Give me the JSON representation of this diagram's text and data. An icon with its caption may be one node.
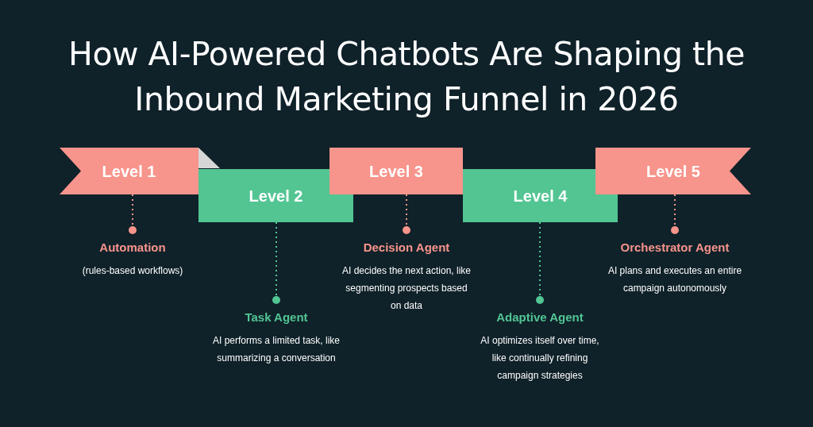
{
  "diagram": {
    "title": "How AI-Powered Chatbots Are Shaping the Inbound Marketing Funnel in 2026",
    "nodes": [
      {
        "text": [
          "Level 1"
        ]
      },
      {
        "text": [
          "Level 2"
        ]
      },
      {
        "text": [
          "Level 3"
        ]
      },
      {
        "text": [
          "Level 4"
        ]
      },
      {
        "text": [
          "Level 5"
        ]
      },
      {
        "text": [
          "Automation",
          "(rules-based workflows)"
        ]
      },
      {
        "text": [
          "Task Agent",
          "AI performs a limited task, like summarizing a conversation"
        ]
      },
      {
        "text": [
          "Decision Agent",
          "AI decides the next action, like segmenting prospects based on data"
        ]
      },
      {
        "text": [
          "Adaptive Agent",
          "AI optimizes itself over time, like continually refining campaign strategies"
        ]
      },
      {
        "text": [
          "Orchestrator Agent",
          "AI plans and executes an entire campaign autonomously"
        ]
      }
    ],
    "edges": [
      {
        "from": 0,
        "to": 5,
        "arrow": "other",
        "style": "dashed"
      },
      {
        "from": 1,
        "to": 6,
        "arrow": "other",
        "style": "dashed",
        "color": "#52c593"
      },
      {
        "from": 2,
        "to": 7,
        "arrow": "other",
        "style": "dashed"
      },
      {
        "from": 3,
        "to": 8,
        "arrow": "other",
        "style": "dashed",
        "color": "#52c593"
      },
      {
        "from": 4,
        "to": 9,
        "arrow": "other",
        "style": "dashed"
      }
    ]
  }
}
